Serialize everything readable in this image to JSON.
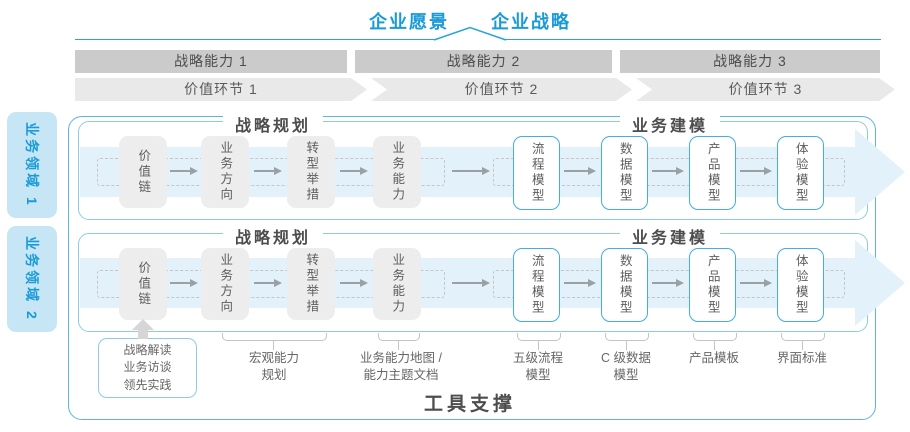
{
  "title": {
    "vision": "企业愿景",
    "strategy": "企业战略"
  },
  "strategic_capabilities": [
    "战略能力 1",
    "战略能力 2",
    "战略能力 3"
  ],
  "value_links": [
    "价值环节 1",
    "价值环节 2",
    "价值环节 3"
  ],
  "business_domains": [
    "业务领域 1",
    "业务领域 2"
  ],
  "group_headers": {
    "planning": "战略规划",
    "modeling": "业务建模"
  },
  "planning_boxes": [
    "价值链",
    "业务方向",
    "转型举措",
    "业务能力"
  ],
  "modeling_boxes": [
    "流程模型",
    "数据模型",
    "产品模型",
    "体验模型"
  ],
  "annotations": {
    "inputs": [
      "战略解读",
      "业务访谈",
      "领先实践"
    ],
    "macro_capability": [
      "宏观能力",
      "规划"
    ],
    "capability_map": [
      "业务能力地图 /",
      "能力主题文档"
    ],
    "process_model": [
      "五级流程",
      "模型"
    ],
    "data_model": [
      "C 级数据",
      "模型"
    ],
    "product_template": [
      "产品模板"
    ],
    "ui_standard": [
      "界面标准"
    ]
  },
  "footer": {
    "tool_support": "工具支撑"
  },
  "colors": {
    "accent_blue": "#1a9bd7",
    "line_blue": "#29a3dc",
    "bar_gray": "#cbcbcb",
    "chevron_gray": "#e9e9e9",
    "domain_fill": "#c7e6f5",
    "panel_border": "#8ccbe8",
    "outer_border": "#5cb6de",
    "band_fill": "#e3f1fa",
    "box_gray": "#ededed",
    "box_blue_border": "#45ade0",
    "arrow_gray": "#9aa0a3",
    "bracket_gray": "#c4c4c4",
    "up_arrow_gray": "#d6d6d6",
    "text_dark": "#4d4d4d",
    "text_note": "#666666"
  }
}
